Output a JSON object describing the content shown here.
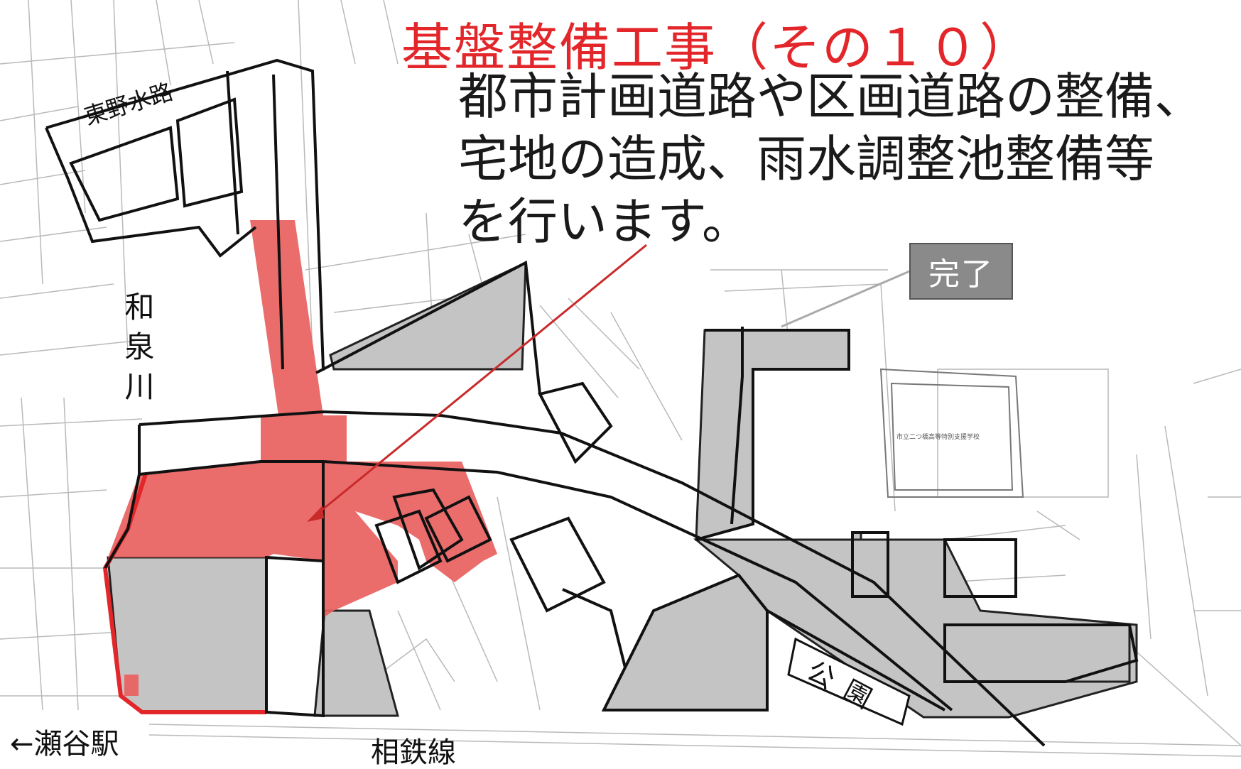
{
  "title": "基盤整備工事（その１０）",
  "description": [
    "都市計画道路や区画道路の整備、",
    "宅地の造成、雨水調整池整備等",
    "を行います。"
  ],
  "status_badge": "完了",
  "labels": {
    "canal": "東野水路",
    "river": "和泉川",
    "station": "←瀬谷駅",
    "railway": "相鉄線",
    "park": "公園",
    "school": "市立二つ橋高等特別支援学校"
  },
  "colors": {
    "title_red": "#e3262a",
    "work_area_red": "#e8615f",
    "completed_gray": "#c4c4c4",
    "badge_gray": "#8a8a8a",
    "outline": "#111111"
  }
}
